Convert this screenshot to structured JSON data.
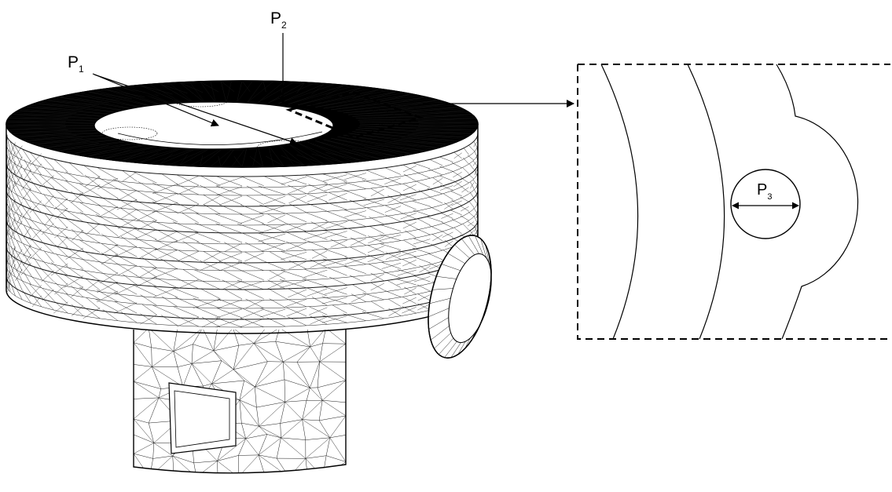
{
  "labels": {
    "p1": {
      "base": "P",
      "sub": "1"
    },
    "p2": {
      "base": "P",
      "sub": "2"
    },
    "p3": {
      "base": "P",
      "sub": "3"
    }
  },
  "colors": {
    "ink": "#000000",
    "mesh": "#1a1a1a",
    "background": "#ffffff"
  }
}
